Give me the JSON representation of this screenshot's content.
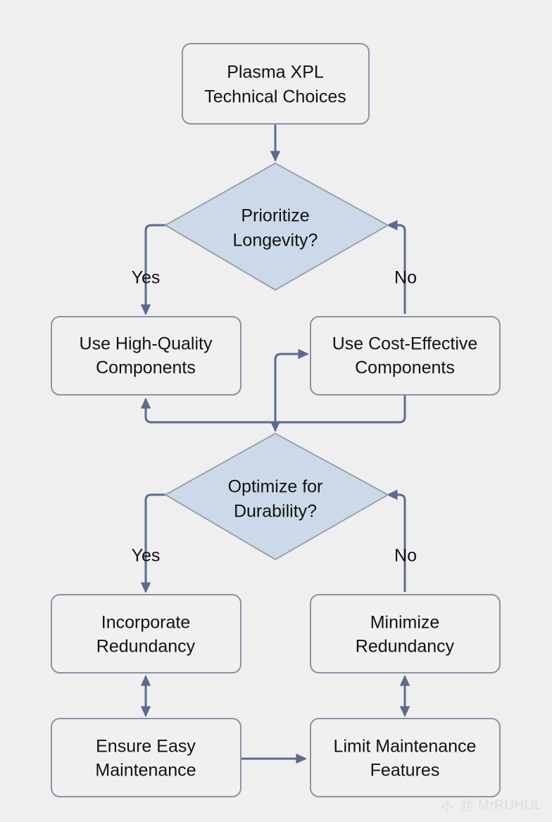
{
  "diagram": {
    "title": "Plasma XPL Technical Choices",
    "background_color": "#efefef",
    "box_fill_color": "#f0f0f0",
    "box_stroke_color": "#8a93a6",
    "diamond_fill_color": "#ccd9e8",
    "diamond_stroke_color": "#9aa2ae",
    "edge_color": "#5b6a8e",
    "type": "flowchart",
    "nodes": [
      {
        "id": "start",
        "shape": "rounded-box",
        "line1": "Plasma XPL",
        "line2": "Technical Choices"
      },
      {
        "id": "decision1",
        "shape": "diamond",
        "line1": "Prioritize",
        "line2": "Longevity?"
      },
      {
        "id": "high_quality",
        "shape": "rounded-box",
        "line1": "Use High-Quality",
        "line2": "Components"
      },
      {
        "id": "cost_effective",
        "shape": "rounded-box",
        "line1": "Use Cost-Effective",
        "line2": "Components"
      },
      {
        "id": "decision2",
        "shape": "diamond",
        "line1": "Optimize for",
        "line2": "Durability?"
      },
      {
        "id": "incorporate",
        "shape": "rounded-box",
        "line1": "Incorporate",
        "line2": "Redundancy"
      },
      {
        "id": "minimize",
        "shape": "rounded-box",
        "line1": "Minimize",
        "line2": "Redundancy"
      },
      {
        "id": "ensure_easy",
        "shape": "rounded-box",
        "line1": "Ensure Easy",
        "line2": "Maintenance"
      },
      {
        "id": "limit_maint",
        "shape": "rounded-box",
        "line1": "Limit Maintenance",
        "line2": "Features"
      }
    ],
    "branch_labels": {
      "d1_yes": "Yes",
      "d1_no": "No",
      "d2_yes": "Yes",
      "d2_no": "No"
    }
  },
  "watermark": {
    "handle": "@ MrRUHUL"
  }
}
